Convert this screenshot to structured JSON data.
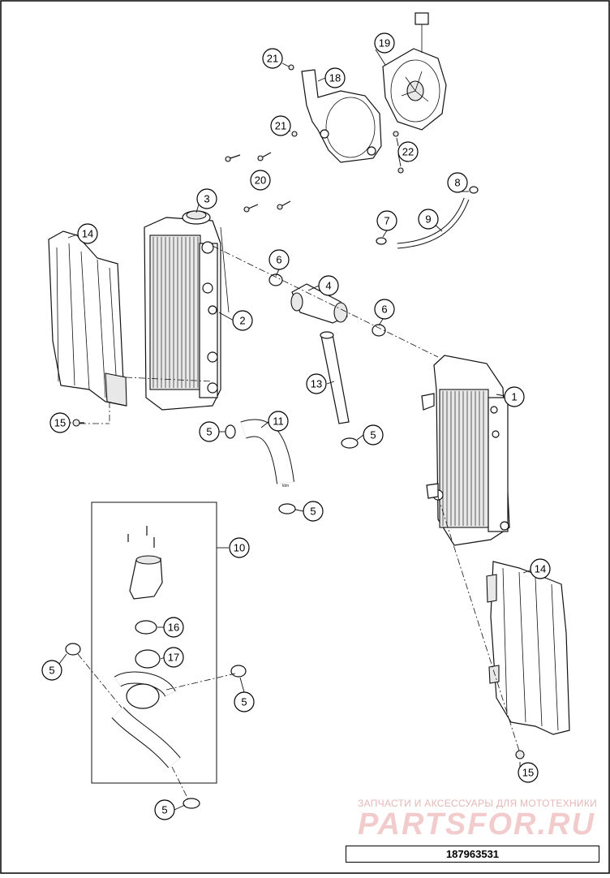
{
  "diagram": {
    "document_number": "187963531",
    "watermark": {
      "line1": "ЗАПЧАСТИ И АКСЕССУАРЫ ДЛЯ МОТОТЕХНИКИ",
      "line2": "PARTSFOR.RU"
    },
    "callouts": [
      {
        "id": "c1",
        "label": "1"
      },
      {
        "id": "c2",
        "label": "2"
      },
      {
        "id": "c3",
        "label": "3"
      },
      {
        "id": "c4",
        "label": "4"
      },
      {
        "id": "c5a",
        "label": "5"
      },
      {
        "id": "c5b",
        "label": "5"
      },
      {
        "id": "c5c",
        "label": "5"
      },
      {
        "id": "c5d",
        "label": "5"
      },
      {
        "id": "c5e",
        "label": "5"
      },
      {
        "id": "c5f",
        "label": "5"
      },
      {
        "id": "c6a",
        "label": "6"
      },
      {
        "id": "c6b",
        "label": "6"
      },
      {
        "id": "c7",
        "label": "7"
      },
      {
        "id": "c8",
        "label": "8"
      },
      {
        "id": "c9",
        "label": "9"
      },
      {
        "id": "c10",
        "label": "10"
      },
      {
        "id": "c11",
        "label": "11"
      },
      {
        "id": "c13",
        "label": "13"
      },
      {
        "id": "c14a",
        "label": "14"
      },
      {
        "id": "c14b",
        "label": "14"
      },
      {
        "id": "c15a",
        "label": "15"
      },
      {
        "id": "c15b",
        "label": "15"
      },
      {
        "id": "c16",
        "label": "16"
      },
      {
        "id": "c17",
        "label": "17"
      },
      {
        "id": "c18",
        "label": "18"
      },
      {
        "id": "c19",
        "label": "19"
      },
      {
        "id": "c20",
        "label": "20"
      },
      {
        "id": "c21a",
        "label": "21"
      },
      {
        "id": "c21b",
        "label": "21"
      },
      {
        "id": "c22",
        "label": "22"
      }
    ]
  }
}
